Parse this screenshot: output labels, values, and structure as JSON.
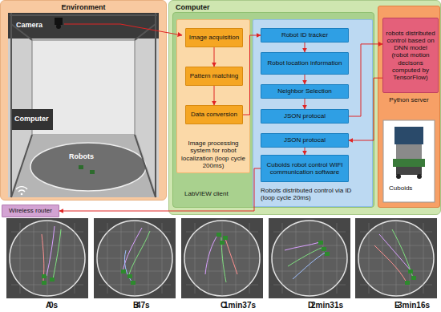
{
  "diagram": {
    "nodes": [
      {
        "text": [
          "Environment"
        ]
      },
      {
        "text": [
          "Computer"
        ]
      },
      {
        "text": [
          "LabVIEW client"
        ],
        "in": 1
      },
      {
        "text": [
          "Image processing system for robot localization (loop cycle 200ms)"
        ],
        "in": 2
      },
      {
        "text": [
          "Image acquisition"
        ],
        "in": 3
      },
      {
        "text": [
          "Pattern matching"
        ],
        "in": 3
      },
      {
        "text": [
          "Data conversion"
        ],
        "in": 3
      },
      {
        "text": [
          "Robots distributed control via ID (loop cycle 20ms)"
        ],
        "in": 2
      },
      {
        "text": [
          "Robot ID tracker"
        ],
        "in": 7
      },
      {
        "text": [
          "Robot location information"
        ],
        "in": 7
      },
      {
        "text": [
          "Neighbor Selection"
        ],
        "in": 7
      },
      {
        "text": [
          "JSON protocal"
        ],
        "in": 7
      },
      {
        "text": [
          "JSON protocal"
        ],
        "in": 7
      },
      {
        "text": [
          "Cuboids robot control WIFI communication software"
        ],
        "in": 7
      },
      {
        "text": [
          "Python server"
        ],
        "in": 1
      },
      {
        "text": [
          "robots distributed control based on DNN model (robot motion decisons computed by TensorFlow)"
        ],
        "in": 14
      },
      {
        "text": [
          "Cuboids"
        ],
        "in": 14
      },
      {
        "text": [
          "Wireless router"
        ]
      }
    ],
    "edges": [
      {
        "from": 4,
        "to": 5,
        "arrow": "to"
      },
      {
        "from": 5,
        "to": 6,
        "arrow": "to"
      },
      {
        "from": 6,
        "to": 8,
        "arrow": "to"
      },
      {
        "from": 8,
        "to": 9,
        "arrow": "to"
      },
      {
        "from": 9,
        "to": 10,
        "arrow": "to"
      },
      {
        "from": 10,
        "to": 11,
        "arrow": "to"
      },
      {
        "from": 11,
        "to": 15,
        "arrow": "to"
      },
      {
        "from": 15,
        "to": 12,
        "arrow": "to"
      },
      {
        "from": 12,
        "to": 13,
        "arrow": "to"
      },
      {
        "from": 13,
        "to": 17,
        "arrow": "to"
      }
    ],
    "labels": [
      "Camera",
      "Computer",
      "Robots",
      "A",
      "0s",
      "B",
      "47s",
      "C",
      "1min37s",
      "D",
      "2min31s",
      "E",
      "3min16s"
    ]
  }
}
